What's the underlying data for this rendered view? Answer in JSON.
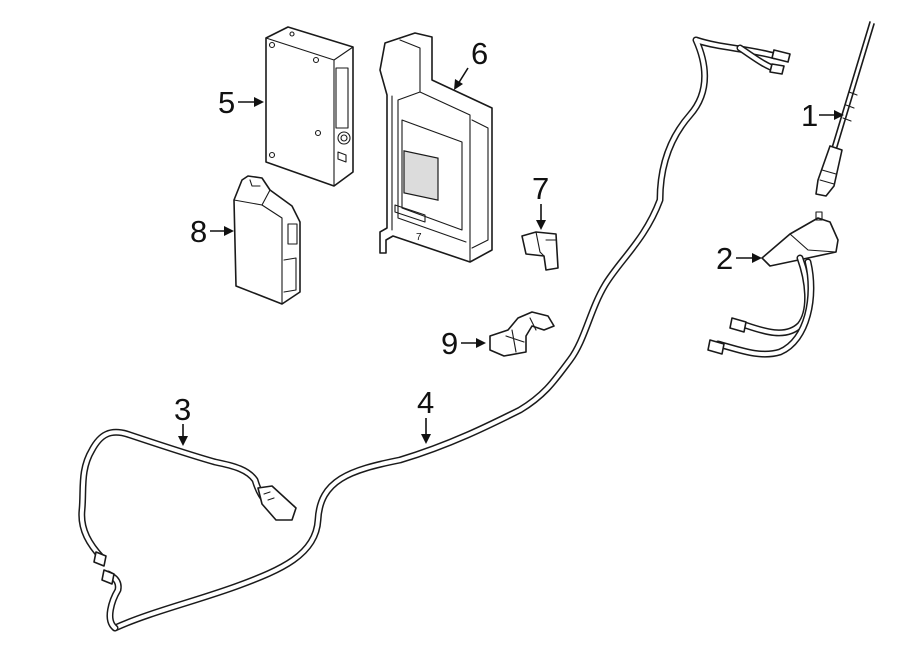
{
  "callouts": {
    "c1": "1",
    "c2": "2",
    "c3": "3",
    "c4": "4",
    "c5": "5",
    "c6": "6",
    "c7": "7",
    "c8": "8",
    "c9": "9"
  },
  "parts": {
    "mount_label": "7"
  },
  "colors": {
    "line": "#1a1a1a",
    "background": "#ffffff"
  }
}
